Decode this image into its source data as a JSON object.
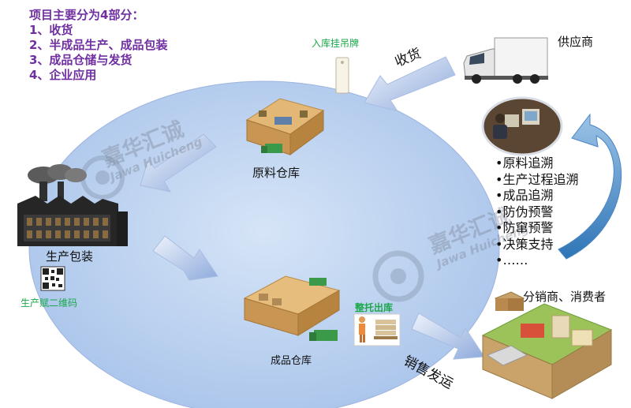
{
  "intro": {
    "title": "项目主要分为4部分：",
    "items": [
      "1、收货",
      "2、半成品生产、成品包装",
      "3、成品仓储与发货",
      "4、企业应用"
    ]
  },
  "labels": {
    "tag": "入库挂吊牌",
    "receive": "收货",
    "supplier": "供应商",
    "raw_warehouse": "原料仓库",
    "production": "生产包装",
    "qr": "生产赋二维码",
    "palletize": "整托出库",
    "finished_warehouse": "成品仓库",
    "ship": "销售发运",
    "distributor": "分销商、消费者"
  },
  "watermark": {
    "cn": "嘉华汇诚",
    "en": "Jawa Huicheng"
  },
  "applications": [
    "•原料追溯",
    "•生产过程追溯",
    "•成品追溯",
    "•防伪预警",
    "•防窜预警",
    "•决策支持",
    "•……"
  ],
  "colors": {
    "intro": "#7030a0",
    "green_label": "#1aa84a",
    "ellipse_fill": "#b8d0ee",
    "arrow": "#9db4df",
    "curved_arrow": "#5b9bd5"
  }
}
